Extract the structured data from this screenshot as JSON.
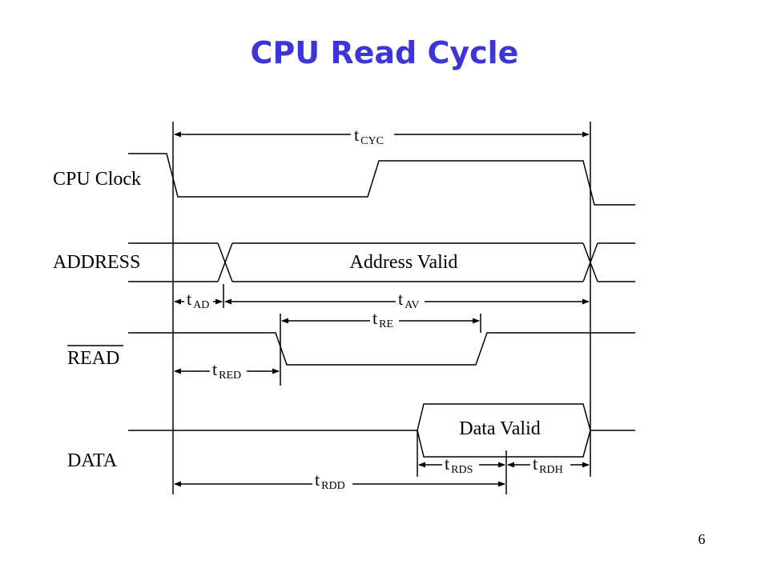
{
  "slide": {
    "title": "CPU Read Cycle",
    "page_number": "6"
  },
  "signals": {
    "cpu_clock": "CPU Clock",
    "address": "ADDRESS",
    "read": "READ",
    "data": "DATA"
  },
  "states": {
    "address_valid": "Address Valid",
    "data_valid": "Data Valid"
  },
  "timings": {
    "cyc": {
      "t": "t",
      "sub": "CYC"
    },
    "ad": {
      "t": "t",
      "sub": "AD"
    },
    "av": {
      "t": "t",
      "sub": "AV"
    },
    "re": {
      "t": "t",
      "sub": "RE"
    },
    "red": {
      "t": "t",
      "sub": "RED"
    },
    "rds": {
      "t": "t",
      "sub": "RDS"
    },
    "rdh": {
      "t": "t",
      "sub": "RDH"
    },
    "rdd": {
      "t": "t",
      "sub": "RDD"
    }
  },
  "colors": {
    "title": "#3d35d8",
    "lines": "#000000"
  }
}
